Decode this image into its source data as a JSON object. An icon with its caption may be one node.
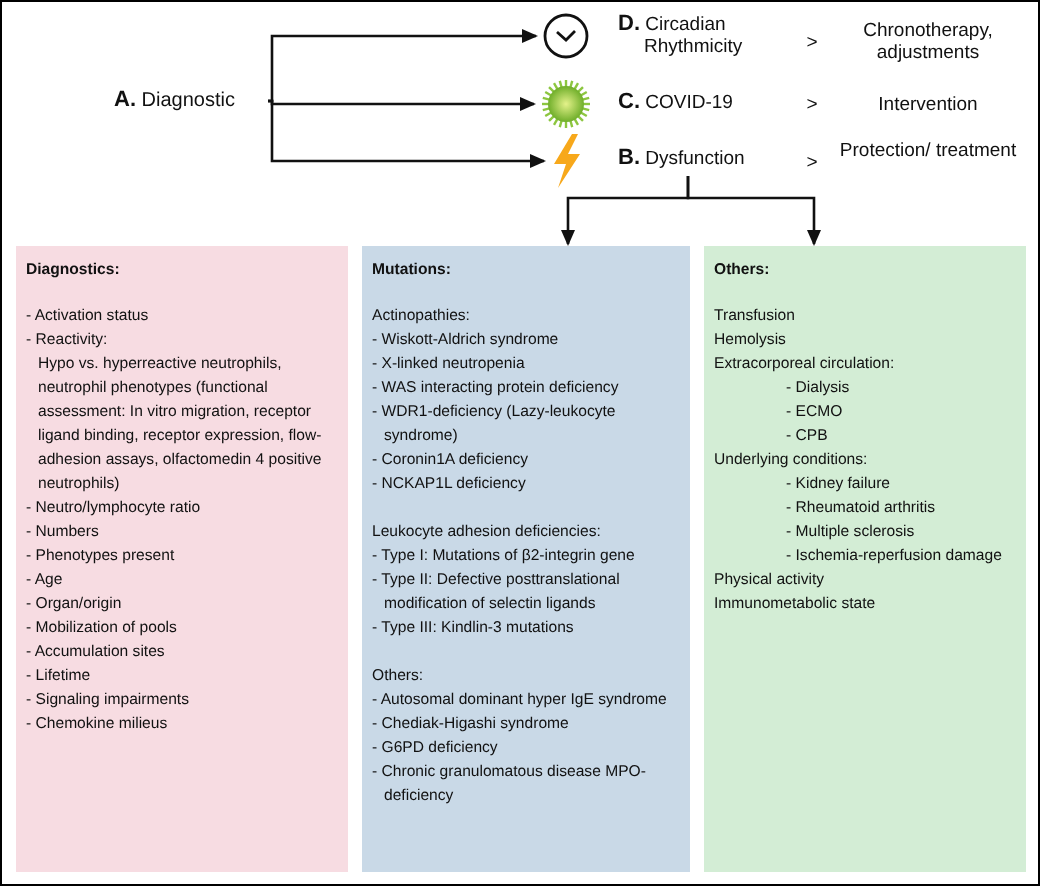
{
  "diagram": {
    "nodes": [
      {
        "text": [
          "**A.** Diagnostic"
        ]
      },
      {
        "text": [],
        "shape": "clock"
      },
      {
        "text": [
          "**D.** Circadian Rhythmicity"
        ]
      },
      {
        "text": [],
        "shape": "virus"
      },
      {
        "text": [
          "**C.** COVID-19"
        ]
      },
      {
        "text": [],
        "shape": "lightning"
      },
      {
        "text": [
          "**B.** Dysfunction"
        ]
      },
      {
        "text": [
          "Diagnostics:",
          "- Activation status",
          "- Reactivity:",
          "Hypo vs. hyperreactive neutrophils, neutrophil phenotypes (functional assessment: In vitro migration, receptor ligand binding, receptor expression, flow-adhesion assays, olfactomedin 4 positive neutrophils)",
          "- Neutro/lymphocyte ratio",
          "- Numbers",
          "- Phenotypes present",
          "- Age",
          "- Organ/origin",
          "- Mobilization of pools",
          "- Accumulation sites",
          "- Lifetime",
          "- Signaling impairments",
          "- Chemokine milieus"
        ]
      },
      {
        "text": [
          "Mutations:",
          "Actinopathies:",
          "- Wiskott-Aldrich syndrome",
          "- X-linked neutropenia",
          "- WAS interacting protein deficiency",
          "- WDR1-deficiency (Lazy-leukocyte syndrome)",
          "- Coronin1A deficiency",
          "- NCKAP1L deficiency",
          "Leukocyte adhesion deficiencies:",
          "- Type I: Mutations of β2-integrin gene",
          "- Type II: Defective posttranslational modification of selectin ligands",
          "- Type III: Kindlin-3 mutations",
          "Others:",
          "- Autosomal dominant hyper IgE syndrome",
          "- Chediak-Higashi syndrome",
          "- G6PD deficiency",
          "- Chronic granulomatous disease MPO-deficiency"
        ]
      },
      {
        "text": [
          "Others:",
          "Transfusion",
          "Hemolysis",
          "Extracorporeal circulation:",
          "- Dialysis",
          "- ECMO",
          "- CPB",
          "Underlying conditions:",
          "- Kidney failure",
          "- Rheumatoid arthritis",
          "- Multiple sclerosis",
          "- Ischemia-reperfusion damage",
          "Physical activity",
          "Immunometabolic state"
        ]
      }
    ],
    "edges": [
      {
        "from": 0,
        "to": 1,
        "arrow": "to"
      },
      {
        "from": 0,
        "to": 3,
        "arrow": "to"
      },
      {
        "from": 0,
        "to": 5,
        "arrow": "to"
      },
      {
        "from": 6,
        "to": 8,
        "arrow": "to"
      },
      {
        "from": 6,
        "to": 9,
        "arrow": "to"
      }
    ],
    "labels": [
      ">",
      "Chronotherapy, adjustments",
      ">",
      "Intervention",
      ">",
      "Protection/ treatment"
    ]
  }
}
